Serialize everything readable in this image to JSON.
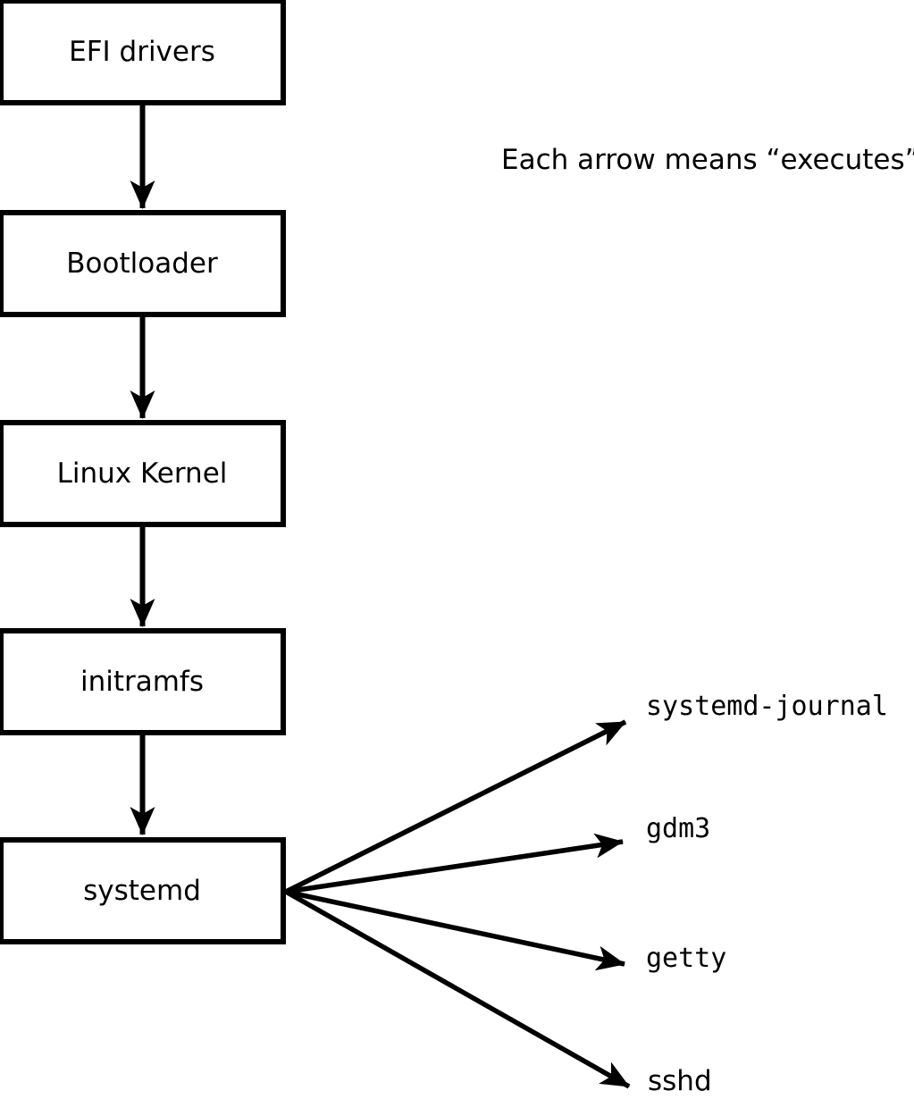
{
  "note": "Each arrow means “executes”.",
  "chain": [
    {
      "label": "EFI drivers"
    },
    {
      "label": "Bootloader"
    },
    {
      "label": "Linux Kernel"
    },
    {
      "label": "initramfs"
    },
    {
      "label": "systemd"
    }
  ],
  "services": [
    {
      "label": "systemd-journal"
    },
    {
      "label": "gdm3"
    },
    {
      "label": "getty"
    },
    {
      "label": "sshd"
    }
  ],
  "arrow_meaning": "executes",
  "colors": {
    "line": "#000000",
    "text": "#000000",
    "box_fill": "#ffffff",
    "background": "#ffffff"
  }
}
